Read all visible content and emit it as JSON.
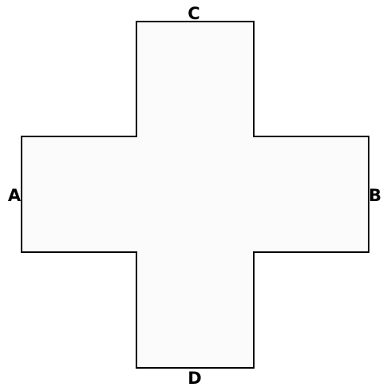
{
  "figure": {
    "labels": {
      "left": "A",
      "right": "B",
      "top": "C",
      "bottom": "D"
    },
    "colors": {
      "shape_fill": "#fbfbfb",
      "outline": "#000000",
      "background": "#ffffff"
    }
  }
}
